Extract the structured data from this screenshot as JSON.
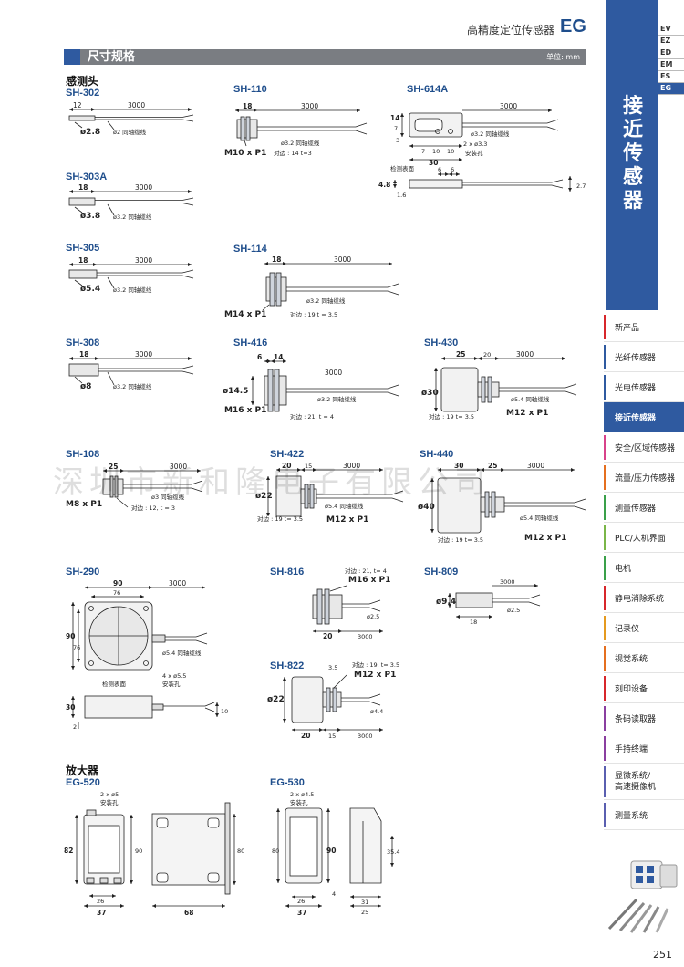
{
  "header": {
    "title": "高精度定位传感器",
    "code": "EG"
  },
  "section": {
    "title": "尺寸规格",
    "unit": "单位: mm"
  },
  "groups": {
    "sensor_heads": "感测头",
    "amplifiers": "放大器"
  },
  "models": {
    "sh302": "SH-302",
    "sh303a": "SH-303A",
    "sh305": "SH-305",
    "sh308": "SH-308",
    "sh108": "SH-108",
    "sh290": "SH-290",
    "sh110": "SH-110",
    "sh114": "SH-114",
    "sh416": "SH-416",
    "sh422": "SH-422",
    "sh816": "SH-816",
    "sh822": "SH-822",
    "sh614a": "SH-614A",
    "sh430": "SH-430",
    "sh440": "SH-440",
    "sh809": "SH-809",
    "eg520": "EG-520",
    "eg530": "EG-530"
  },
  "dims": {
    "l12": "12",
    "l18": "18",
    "l3000": "3000",
    "l25": "25",
    "l90": "90",
    "l76": "76",
    "l30": "30",
    "l20": "20",
    "l15": "15",
    "l14": "14",
    "l6": "6",
    "l3": "3",
    "l7": "7",
    "l10": "10",
    "l4_8": "4.8",
    "l1_6": "1.6",
    "l2_7": "2.7",
    "l3_5": "3.5",
    "l82": "82",
    "l80": "80",
    "l68": "68",
    "l37": "37",
    "l26": "26",
    "l31": "31",
    "l35_4": "35.4",
    "l4": "4",
    "l2": "2",
    "d2_8": "ø2.8",
    "d3_8": "ø3.8",
    "d5_4": "ø5.4",
    "d8": "ø8",
    "d14_5": "ø14.5",
    "d30": "ø30",
    "d22": "ø22",
    "d40": "ø40",
    "d9_4": "ø9.4",
    "d2_5": "ø2.5",
    "d4_4": "ø4.4",
    "coax2": "ø2 同轴缆线",
    "coax3_2": "ø3.2 同轴缆线",
    "coax3": "ø3 同轴缆线",
    "coax5_4": "ø5.4 同轴缆线",
    "coax5_4b": "ø5.4 同轴缆线",
    "m10": "M10 x P1",
    "m14": "M14 x P1",
    "m16": "M16 x P1",
    "m12": "M12 x P1",
    "m8": "M8 x P1",
    "ac14": "对边 : 14   t=3",
    "ac19": "对边 : 19   t = 3.5",
    "ac21": "对边 : 21, t = 4",
    "ac12": "对边 : 12,  t = 3",
    "ac19b": "对边 : 19  t= 3.5",
    "ac19c": "对边 : 19  t= 3.5",
    "ac21b": "对边 : 21, t= 4",
    "ac19d": "对边 : 19, t= 3.5",
    "hole2x3_3": "2 x ø3.3",
    "mount": "安装孔",
    "sense_face": "检测表面",
    "hole4x5_5": "4 x ø5.5",
    "hole2x5": "2 x ø5",
    "hole2x4_5": "2 x ø4.5"
  },
  "sidebar": {
    "category_tabs": [
      "EV",
      "EZ",
      "ED",
      "EM",
      "ES",
      "EG"
    ],
    "title": "接近传感器",
    "nav": [
      {
        "label": "新产品",
        "color": "#d7262b"
      },
      {
        "label": "光纤传感器",
        "color": "#2f5aa0"
      },
      {
        "label": "光电传感器",
        "color": "#2f5aa0"
      },
      {
        "label": "接近传感器",
        "color": "#2f5aa0"
      },
      {
        "label": "安全/区域传感器",
        "color": "#d8428a"
      },
      {
        "label": "流量/压力传感器",
        "color": "#e56f1f"
      },
      {
        "label": "测量传感器",
        "color": "#3aa04a"
      },
      {
        "label": "PLC/人机界面",
        "color": "#7ab648"
      },
      {
        "label": "电机",
        "color": "#3aa04a"
      },
      {
        "label": "静电消除系统",
        "color": "#d7262b"
      },
      {
        "label": "记录仪",
        "color": "#e59a1f"
      },
      {
        "label": "视觉系统",
        "color": "#e56f1f"
      },
      {
        "label": "刻印设备",
        "color": "#d7262b"
      },
      {
        "label": "条码读取器",
        "color": "#8a3fa0"
      },
      {
        "label": "手持终端",
        "color": "#8a3fa0"
      },
      {
        "label": "显微系统/\n高速摄像机",
        "color": "#5a5fb0"
      },
      {
        "label": "测量系统",
        "color": "#5a5fb0"
      }
    ]
  },
  "watermark": "深圳市新和隆电子有限公司",
  "page_number": "251"
}
